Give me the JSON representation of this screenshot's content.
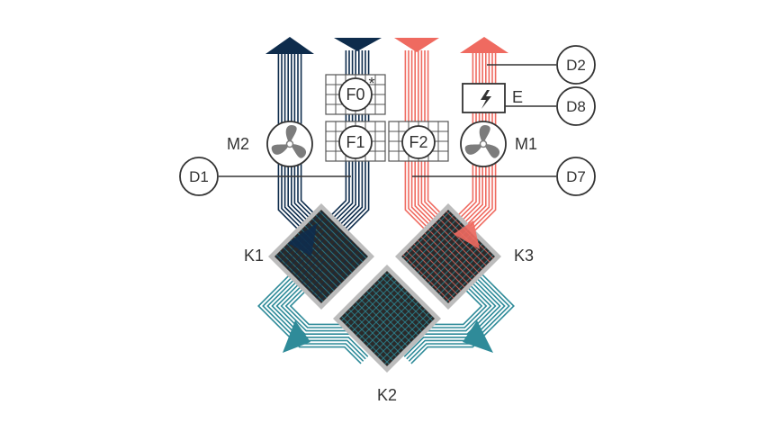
{
  "colors": {
    "exhaust_dark": "#0e2c4c",
    "supply_red": "#ef6a60",
    "loop_teal": "#2f8b99",
    "exchanger_dark": "#2a2a2a",
    "exchanger_border": "#bcbcbc",
    "symbol_stroke": "#333333",
    "fan_fill": "#7c7c7c",
    "filter_grid": "#555555"
  },
  "components": {
    "fan_left": {
      "label": "M2",
      "icon": "fan-icon"
    },
    "fan_right": {
      "label": "M1",
      "icon": "fan-icon"
    },
    "filter_f0": {
      "label": "F0",
      "mark": "*"
    },
    "filter_f1": {
      "label": "F1"
    },
    "filter_f2": {
      "label": "F2"
    },
    "heater": {
      "label": "E",
      "icon": "lightning-icon"
    },
    "exchangers": {
      "k1": "K1",
      "k2": "K2",
      "k3": "K3"
    }
  },
  "callouts": {
    "d1": "D1",
    "d2": "D2",
    "d7": "D7",
    "d8": "D8"
  }
}
